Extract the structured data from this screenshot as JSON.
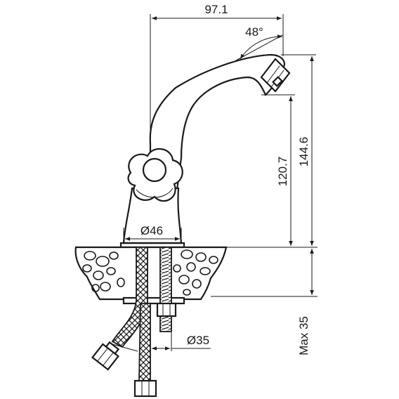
{
  "dimensions": {
    "spout_reach": "97.1",
    "spout_angle": "48°",
    "spout_height_total": "144.6",
    "spout_outlet_height": "120.7",
    "body_diameter": "Ø46",
    "shank_diameter": "Ø35",
    "max_counter_thickness": "Max 35"
  },
  "colors": {
    "line": "#1a1a1a",
    "background": "#ffffff"
  }
}
